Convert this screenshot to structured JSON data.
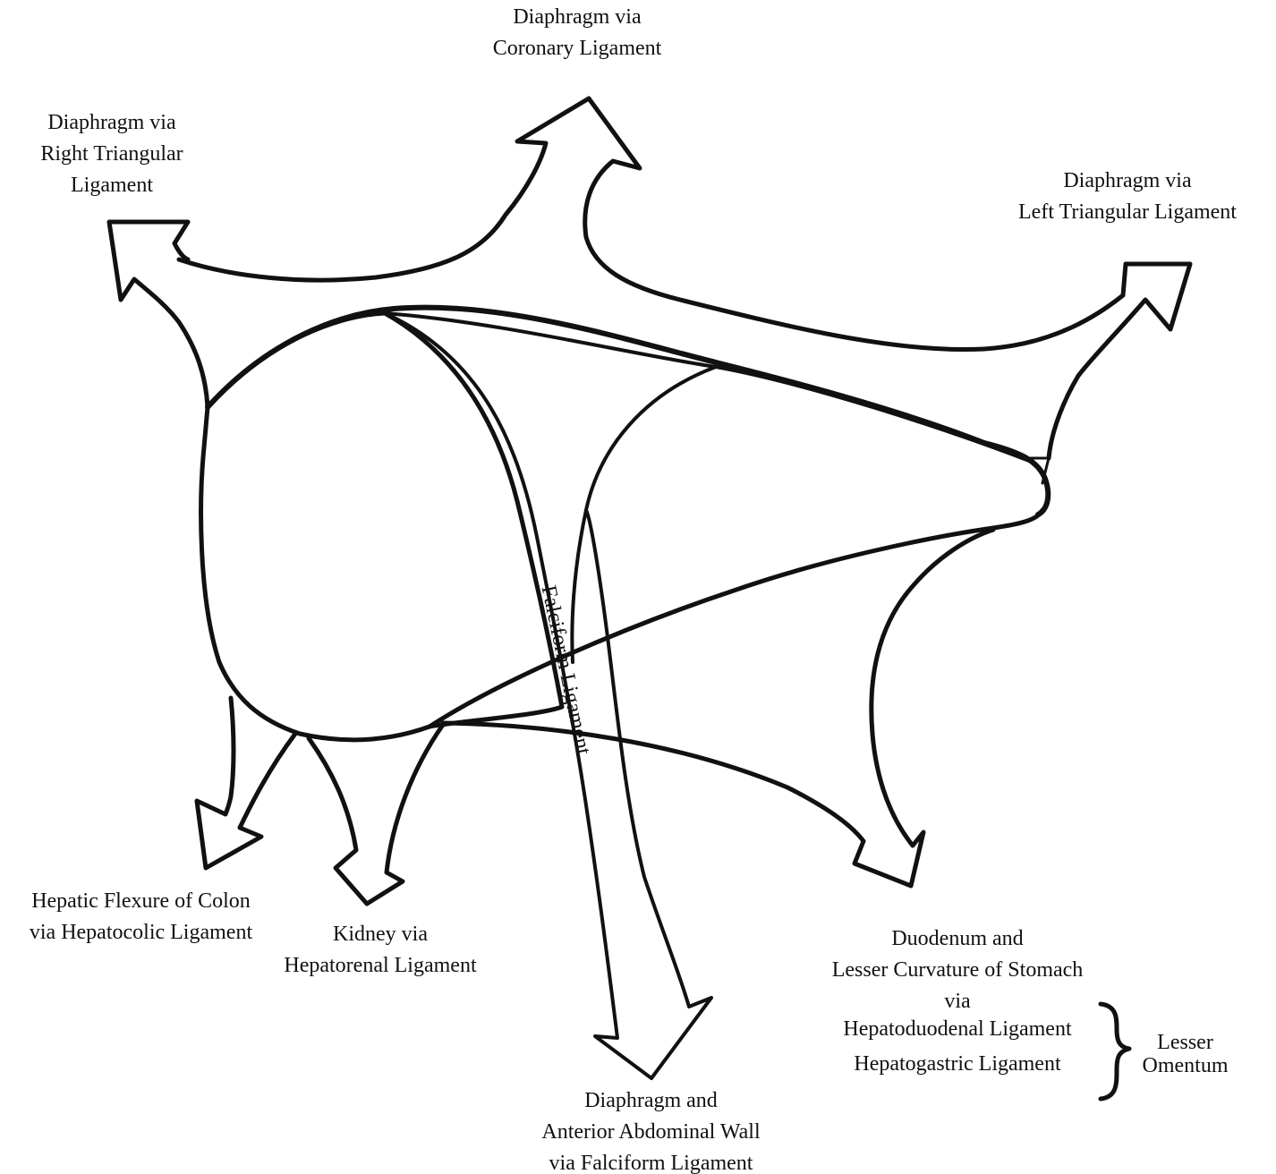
{
  "labels": {
    "coronary": [
      "Diaphragm via",
      "Coronary Ligament"
    ],
    "right_triangular": [
      "Diaphragm via",
      "Right Triangular",
      "Ligament"
    ],
    "left_triangular": [
      "Diaphragm via",
      "Left Triangular Ligament"
    ],
    "hepatocolic": [
      "Hepatic Flexure of Colon",
      "via Hepatocolic Ligament"
    ],
    "hepatorenal": [
      "Kidney via",
      "Hepatorenal Ligament"
    ],
    "falciform_bottom": [
      "Diaphragm and",
      "Anterior Abdominal Wall",
      "via  Falciform Ligament"
    ],
    "duodenum": [
      "Duodenum and",
      "Lesser Curvature of Stomach",
      "via"
    ],
    "hepatoduodenal": "Hepatoduodenal Ligament",
    "hepatogastric": "Hepatogastric Ligament",
    "lesser_omentum": [
      "Lesser",
      "Omentum"
    ],
    "falciform_vertical": "Falciform Ligament"
  },
  "colors": {
    "stroke": "#111111",
    "background": "#ffffff"
  }
}
